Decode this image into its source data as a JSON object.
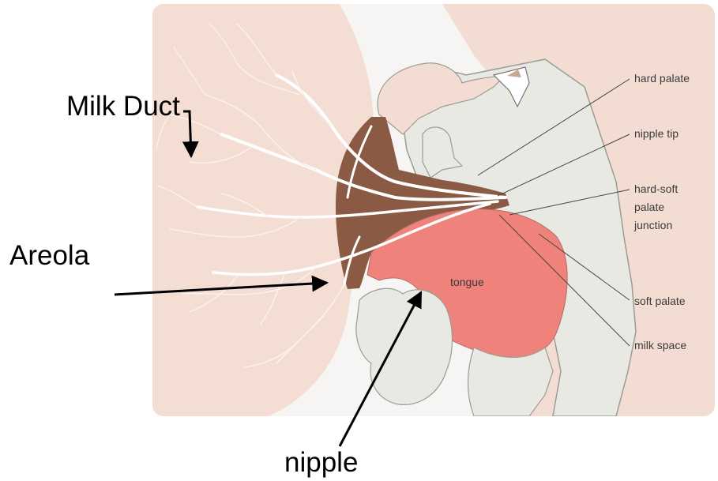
{
  "diagram": {
    "panel_labels": {
      "hard_palate": "hard palate",
      "nipple_tip": "nipple tip",
      "hard_soft_line1": "hard-soft",
      "hard_soft_line2": "palate",
      "hard_soft_line3": "junction",
      "soft_palate": "soft palate",
      "milk_space": "milk space",
      "tongue": "tongue"
    },
    "annotations": {
      "milk_duct": "Milk Duct",
      "areola": "Areola",
      "nipple": "nipple"
    },
    "colors": {
      "panel_background": "#f7f5f3",
      "breast_skin": "#f4ddd3",
      "areola_brown": "#8a5a44",
      "ducts": "#ffffff",
      "mouth_tissue": "#e9e9e4",
      "tissue_outline": "#9c9c95",
      "tongue": "#ef837c",
      "face_skin": "#f3ddd3",
      "leader_lines": "#444444",
      "arrows": "#000000"
    }
  }
}
